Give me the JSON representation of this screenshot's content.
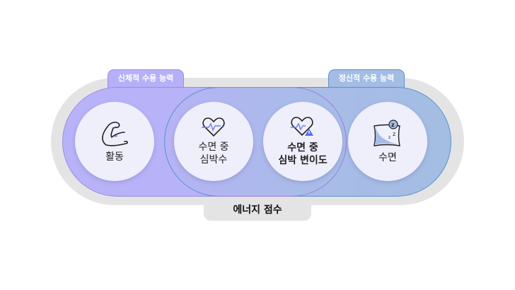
{
  "tabs": {
    "physical": "신체적 수용 능력",
    "mental": "정신적 수용 능력"
  },
  "bottom_label": "에너지 점수",
  "items": [
    {
      "icon": "muscle-arm-icon",
      "label": "활동"
    },
    {
      "icon": "heart-rate-icon",
      "line1": "수면 중",
      "line2": "심박수"
    },
    {
      "icon": "heart-warning-icon",
      "line1": "수면 중",
      "line2": "심박 변이도"
    },
    {
      "icon": "pillow-sleep-icon",
      "label": "수면"
    }
  ],
  "colors": {
    "purple": "#b8b3f8",
    "blue": "#a3bee2",
    "gray": "#e4e4e4"
  }
}
